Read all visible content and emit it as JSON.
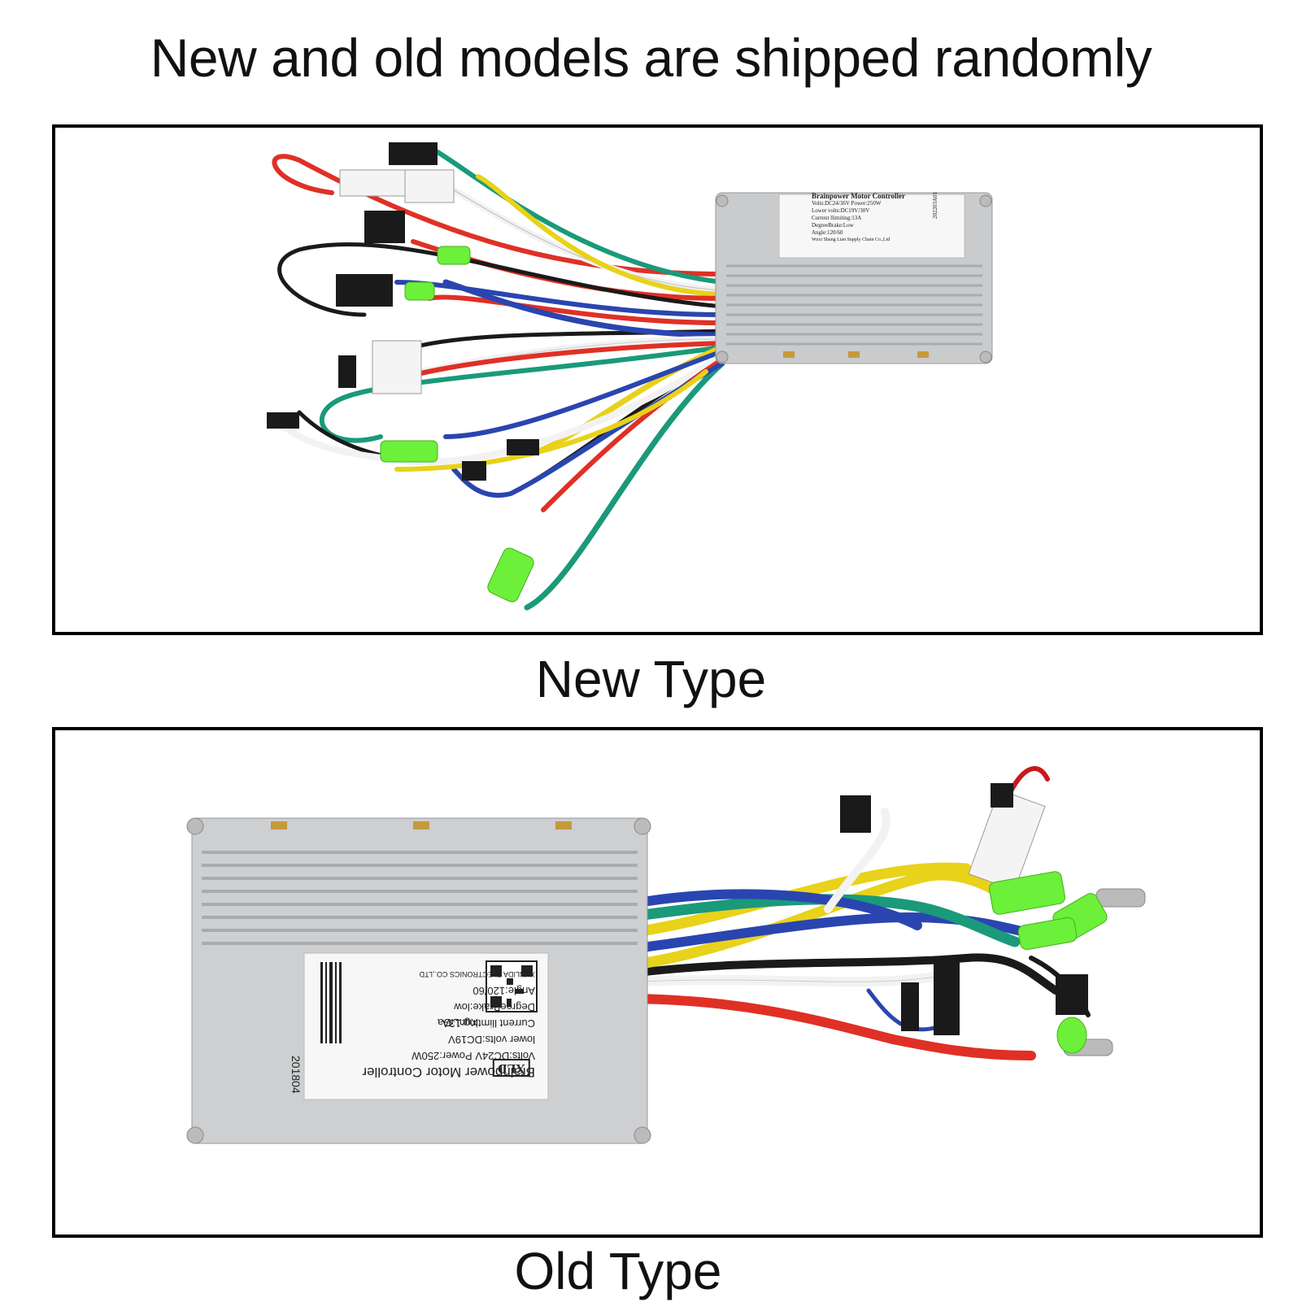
{
  "headline": "New and old models are shipped randomly",
  "new_type": {
    "caption": "New Type",
    "label": {
      "title": "Brainpower Motor Controller",
      "lines": [
        "Volts:DC24/36V  Power:250W",
        "Lower volts:DC19V/30V",
        "Current llimiting:13A",
        "DegreeBrake:Low",
        "Angle:120/60",
        "Wuxi Shang Lian Supply Chain Co.,Ltd"
      ],
      "serial": "202203A01"
    }
  },
  "old_type": {
    "caption": "Old Type",
    "label": {
      "title": "Brainpower Motor Controller",
      "lines": [
        "Volts:DC24V   Power:250W",
        "lower volts:DC19V",
        "Current llimting:13A",
        "DegreeBrake:low",
        "Angle:120/60",
        "XUNLIDA ELECTRONICS CO.,LTD"
      ],
      "brand": "XunLiDa",
      "logo": "XLD",
      "serial": "201804"
    }
  },
  "colors": {
    "housing": "#c9cbcd",
    "wire_red": "#e03025",
    "wire_yellow": "#e8d21a",
    "wire_green": "#1a9a7a",
    "wire_blue": "#2a45b0",
    "wire_black": "#1a1a1a",
    "wire_white": "#f2f2f2",
    "sleeve_green": "#6cf03a"
  }
}
